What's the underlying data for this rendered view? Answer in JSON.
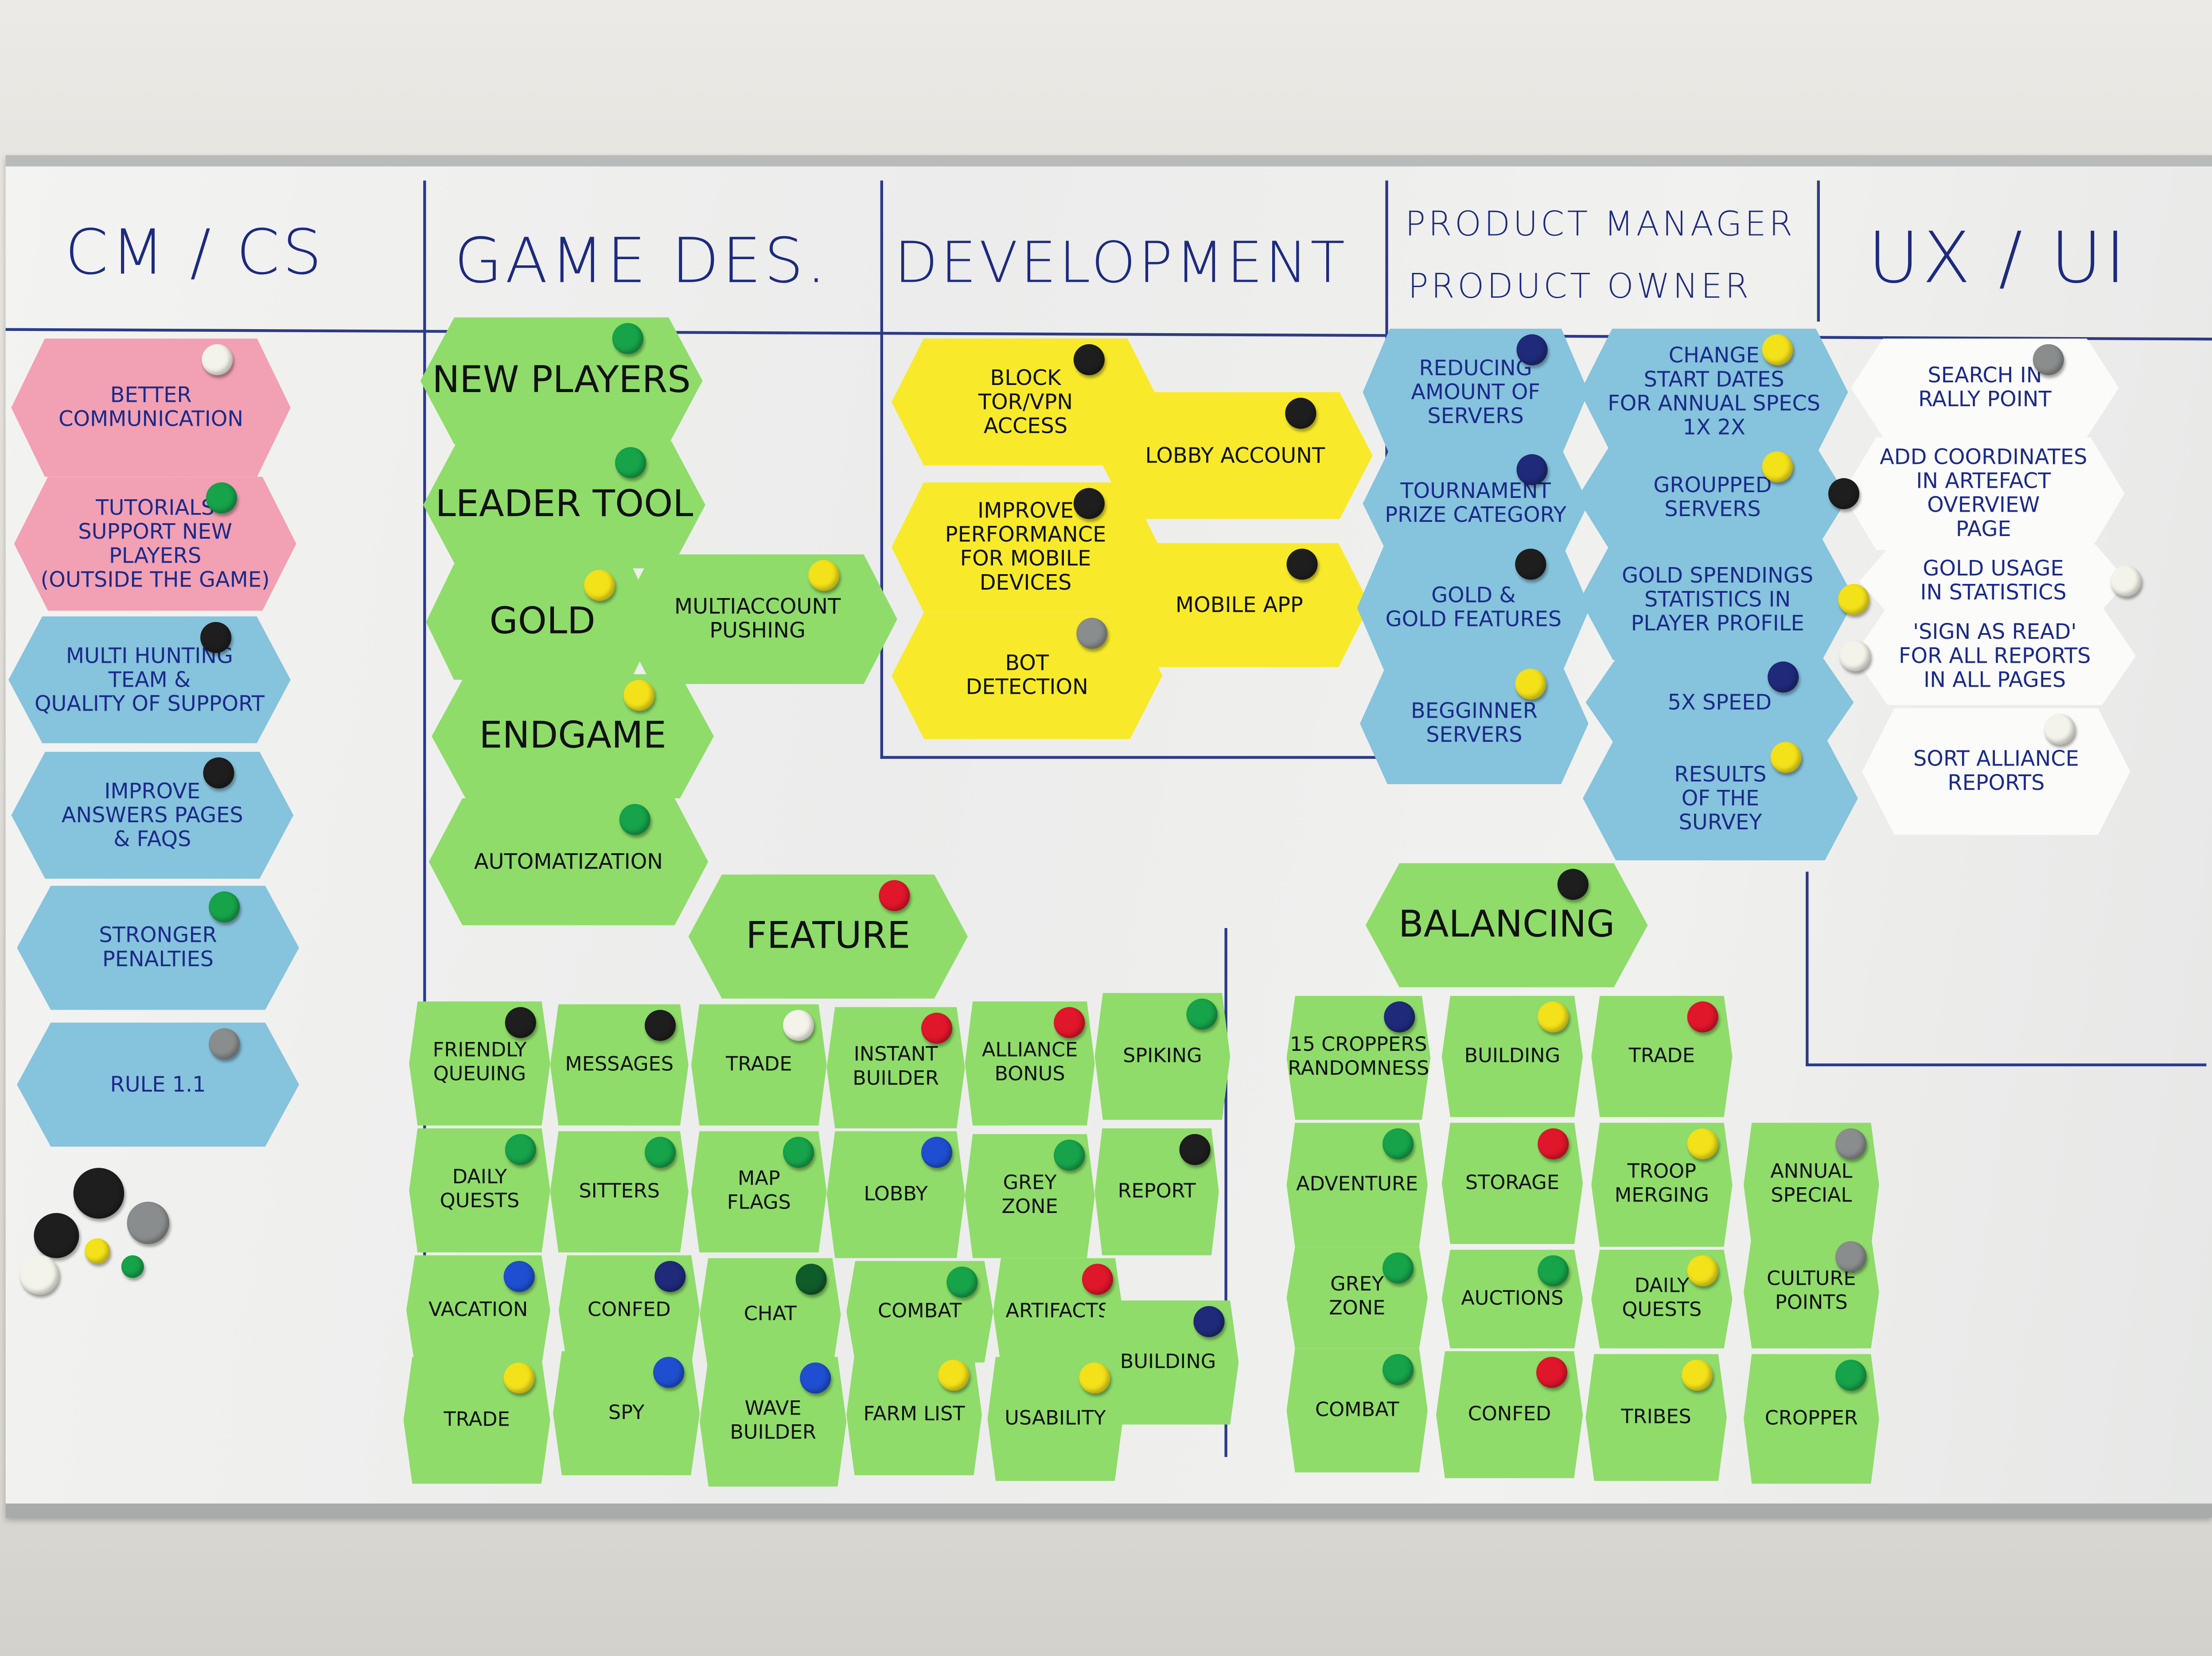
{
  "headers": [
    "CM / CS",
    "GAME DES.",
    "DEVELOPMENT",
    "PRODUCT MANAGER",
    "PRODUCT OWNER",
    "UX / UI"
  ],
  "pin_colors": {
    "white": "#f4f3ea",
    "green": "#16a34a",
    "black": "#1e1e1e",
    "gray": "#8a8d8d",
    "yellow": "#f3e21a",
    "red": "#e0162b",
    "navy": "#1f2a7a",
    "blue": "#1f4fd0",
    "darkgreen": "#0f5c2a"
  },
  "notes": [
    {
      "text": "Better\nCommunication",
      "color": "pink",
      "pin": "white"
    },
    {
      "text": "Tutorials\nSupport new\nplayers\n(outside the game)",
      "color": "pink",
      "pin": "green"
    },
    {
      "text": "Multi hunting\nteam &\nquality of support",
      "color": "blue",
      "pin": "black"
    },
    {
      "text": "Improve\nanswers pages\n& FAQs",
      "color": "blue",
      "pin": "black"
    },
    {
      "text": "Stronger\npenalties",
      "color": "blue",
      "pin": "green"
    },
    {
      "text": "Rule 1.1",
      "color": "blue",
      "pin": "gray"
    },
    {
      "text": "New players",
      "color": "green",
      "pin": "green"
    },
    {
      "text": "Leader tool",
      "color": "green",
      "pin": "green"
    },
    {
      "text": "Gold",
      "color": "green",
      "pin": "yellow"
    },
    {
      "text": "Multiaccount\npushing",
      "color": "green",
      "pin": "yellow"
    },
    {
      "text": "Endgame",
      "color": "green",
      "pin": "yellow"
    },
    {
      "text": "Automatization",
      "color": "green",
      "pin": "green"
    },
    {
      "text": "Feature",
      "color": "green",
      "pin": "red"
    },
    {
      "text": "Block\nTOR/VPN\naccess",
      "color": "yellow",
      "pin": "black"
    },
    {
      "text": "Lobby account",
      "color": "yellow",
      "pin": "black"
    },
    {
      "text": "Improve\nperformance\nfor mobile\ndevices",
      "color": "yellow",
      "pin": "black"
    },
    {
      "text": "Mobile app",
      "color": "yellow",
      "pin": "black"
    },
    {
      "text": "Bot\ndetection",
      "color": "yellow",
      "pin": "gray"
    },
    {
      "text": "Reducing\namount of\nservers",
      "color": "blue",
      "pin": "navy"
    },
    {
      "text": "Tournament\nprize category",
      "color": "blue",
      "pin": "navy"
    },
    {
      "text": "Gold &\ngold features",
      "color": "blue",
      "pin": "black"
    },
    {
      "text": "Begginner\nservers",
      "color": "blue",
      "pin": "yellow"
    },
    {
      "text": "Change\nstart dates\nfor annual specs\n1x 2x",
      "color": "blue",
      "pin": "yellow"
    },
    {
      "text": "Groupped\nservers",
      "color": "blue",
      "pin": "yellow"
    },
    {
      "text": "Gold spendings\nstatistics in\nplayer profile",
      "color": "blue",
      "pin": "yellow"
    },
    {
      "text": "5x speed",
      "color": "blue",
      "pin": "navy"
    },
    {
      "text": "Results\nof the\nsurvey",
      "color": "blue",
      "pin": "yellow"
    },
    {
      "text": "Balancing",
      "color": "green",
      "pin": "black"
    },
    {
      "text": "Search in\nrally point",
      "color": "white",
      "pin": "gray"
    },
    {
      "text": "Add coordinates\nin artefact\noverview\npage",
      "color": "white",
      "pin": "black"
    },
    {
      "text": "Gold usage\nin statistics",
      "color": "white",
      "pin": "white"
    },
    {
      "text": "'Sign as read'\nfor all reports\nin all pages",
      "color": "white",
      "pin": "white"
    },
    {
      "text": "Sort alliance\nreports",
      "color": "white",
      "pin": "white"
    },
    {
      "text": "Friendly\nqueuing",
      "color": "green",
      "pin": "black"
    },
    {
      "text": "Messages",
      "color": "green",
      "pin": "black"
    },
    {
      "text": "Trade",
      "color": "green",
      "pin": "white"
    },
    {
      "text": "Instant\nbuilder",
      "color": "green",
      "pin": "red"
    },
    {
      "text": "Alliance\nbonus",
      "color": "green",
      "pin": "red"
    },
    {
      "text": "Spiking",
      "color": "green",
      "pin": "green"
    },
    {
      "text": "Daily\nquests",
      "color": "green",
      "pin": "green"
    },
    {
      "text": "Sitters",
      "color": "green",
      "pin": "green"
    },
    {
      "text": "Map\nflags",
      "color": "green",
      "pin": "green"
    },
    {
      "text": "Lobby",
      "color": "green",
      "pin": "blue"
    },
    {
      "text": "Grey\nzone",
      "color": "green",
      "pin": "green"
    },
    {
      "text": "Report",
      "color": "green",
      "pin": "black"
    },
    {
      "text": "Vacation",
      "color": "green",
      "pin": "blue"
    },
    {
      "text": "Confed",
      "color": "green",
      "pin": "navy"
    },
    {
      "text": "Chat",
      "color": "green",
      "pin": "darkgreen"
    },
    {
      "text": "Combat",
      "color": "green",
      "pin": "green"
    },
    {
      "text": "Artifacts",
      "color": "green",
      "pin": "red"
    },
    {
      "text": "Building",
      "color": "green",
      "pin": "navy"
    },
    {
      "text": "Trade",
      "color": "green",
      "pin": "yellow"
    },
    {
      "text": "Spy",
      "color": "green",
      "pin": "blue"
    },
    {
      "text": "Wave\nbuilder",
      "color": "green",
      "pin": "blue"
    },
    {
      "text": "Farm list",
      "color": "green",
      "pin": "yellow"
    },
    {
      "text": "Usability",
      "color": "green",
      "pin": "yellow"
    },
    {
      "text": "15 croppers\nrandomness",
      "color": "green",
      "pin": "navy"
    },
    {
      "text": "Building",
      "color": "green",
      "pin": "yellow"
    },
    {
      "text": "Trade",
      "color": "green",
      "pin": "red"
    },
    {
      "text": "Adventure",
      "color": "green",
      "pin": "green"
    },
    {
      "text": "Storage",
      "color": "green",
      "pin": "red"
    },
    {
      "text": "Troop\nmerging",
      "color": "green",
      "pin": "yellow"
    },
    {
      "text": "Annual\nspecial",
      "color": "green",
      "pin": "gray"
    },
    {
      "text": "Grey\nzone",
      "color": "green",
      "pin": "green"
    },
    {
      "text": "Auctions",
      "color": "green",
      "pin": "green"
    },
    {
      "text": "Daily\nquests",
      "color": "green",
      "pin": "yellow"
    },
    {
      "text": "Culture\npoints",
      "color": "green",
      "pin": "gray"
    },
    {
      "text": "Combat",
      "color": "green",
      "pin": "green"
    },
    {
      "text": "Confed",
      "color": "green",
      "pin": "red"
    },
    {
      "text": "Tribes",
      "color": "green",
      "pin": "yellow"
    },
    {
      "text": "Cropper",
      "color": "green",
      "pin": "green"
    }
  ]
}
